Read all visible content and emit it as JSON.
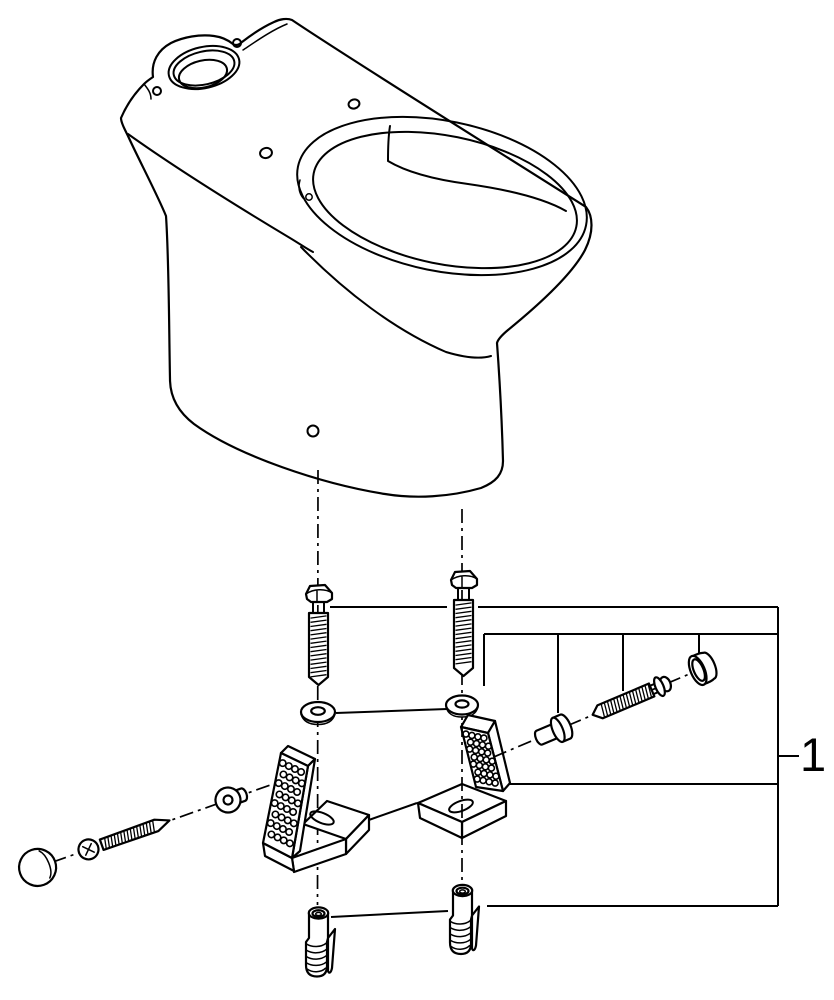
{
  "page": {
    "background": "#ffffff",
    "ink": "#000000"
  },
  "callout": {
    "label": "1"
  },
  "parts": [
    {
      "name": "toilet-bowl-floorstanding",
      "qty": 1
    },
    {
      "name": "hex-head-fixation-bolt",
      "qty": 2
    },
    {
      "name": "washer",
      "qty": 2
    },
    {
      "name": "perforated-angle-bracket",
      "qty": 2
    },
    {
      "name": "side-fixation-screw",
      "qty": 2
    },
    {
      "name": "sleeve-ferrule",
      "qty": 2
    },
    {
      "name": "cover-cap",
      "qty": 2
    },
    {
      "name": "wall-plug",
      "qty": 2
    }
  ]
}
